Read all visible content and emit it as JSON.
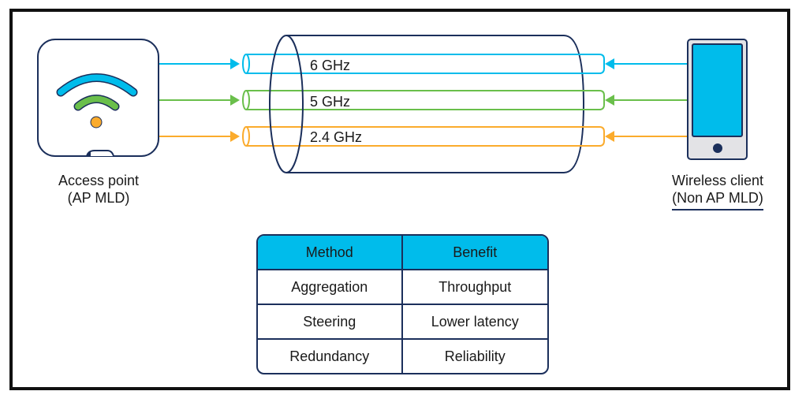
{
  "colors": {
    "outline": "#1b2f5b",
    "band_6ghz": "#00bceb",
    "band_5ghz": "#6abf4b",
    "band_24ghz": "#fbab2c",
    "table_header": "#00bceb",
    "phone_body": "#e3e3e6",
    "phone_screen": "#00bceb"
  },
  "access_point": {
    "icon": "wifi-access-point-icon",
    "label_line1": "Access point",
    "label_line2": "(AP MLD)"
  },
  "client": {
    "icon": "smartphone-icon",
    "label_line1": "Wireless client",
    "label_line2": "(Non AP MLD)"
  },
  "links": [
    {
      "label": "6 GHz",
      "color_key": "band_6ghz"
    },
    {
      "label": "5 GHz",
      "color_key": "band_5ghz"
    },
    {
      "label": "2.4 GHz",
      "color_key": "band_24ghz"
    }
  ],
  "table": {
    "headers": [
      "Method",
      "Benefit"
    ],
    "rows": [
      [
        "Aggregation",
        "Throughput"
      ],
      [
        "Steering",
        "Lower latency"
      ],
      [
        "Redundancy",
        "Reliability"
      ]
    ]
  }
}
